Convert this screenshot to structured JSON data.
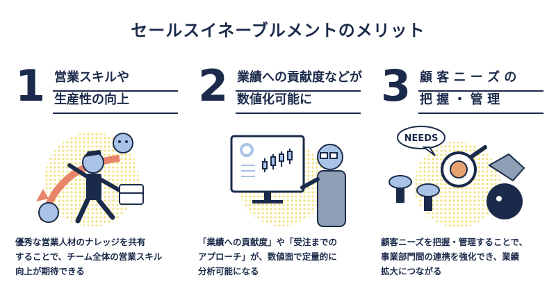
{
  "title": "セールスイネーブルメントのメリット",
  "columns": [
    {
      "number": "1",
      "heading": [
        "営業スキルや",
        "生産性の向上"
      ],
      "description": [
        "優秀な営業人材のナレッジを共有",
        "することで、チーム全体の営業スキル",
        "向上が期待できる"
      ]
    },
    {
      "number": "2",
      "heading": [
        "業績への貢献度などが",
        "数値化可能に"
      ],
      "description": [
        "「業績への貢献度」や「受注までの",
        "アプローチ」が、数値面で定量的に",
        "分析可能になる"
      ]
    },
    {
      "number": "3",
      "heading": [
        "顧 客 ニ ー ズ の",
        "把 握 ・ 管 理"
      ],
      "description": [
        "顧客ニーズを把握・管理することで、",
        "事業部門間の連携を強化でき、業績",
        "拡大につながる"
      ],
      "bubble_text": "NEEDS"
    }
  ],
  "colors": {
    "navy": "#1b2a4a",
    "dots": "#f2e27a",
    "arrow": "#e8846a",
    "face": "#a9c3e6"
  }
}
